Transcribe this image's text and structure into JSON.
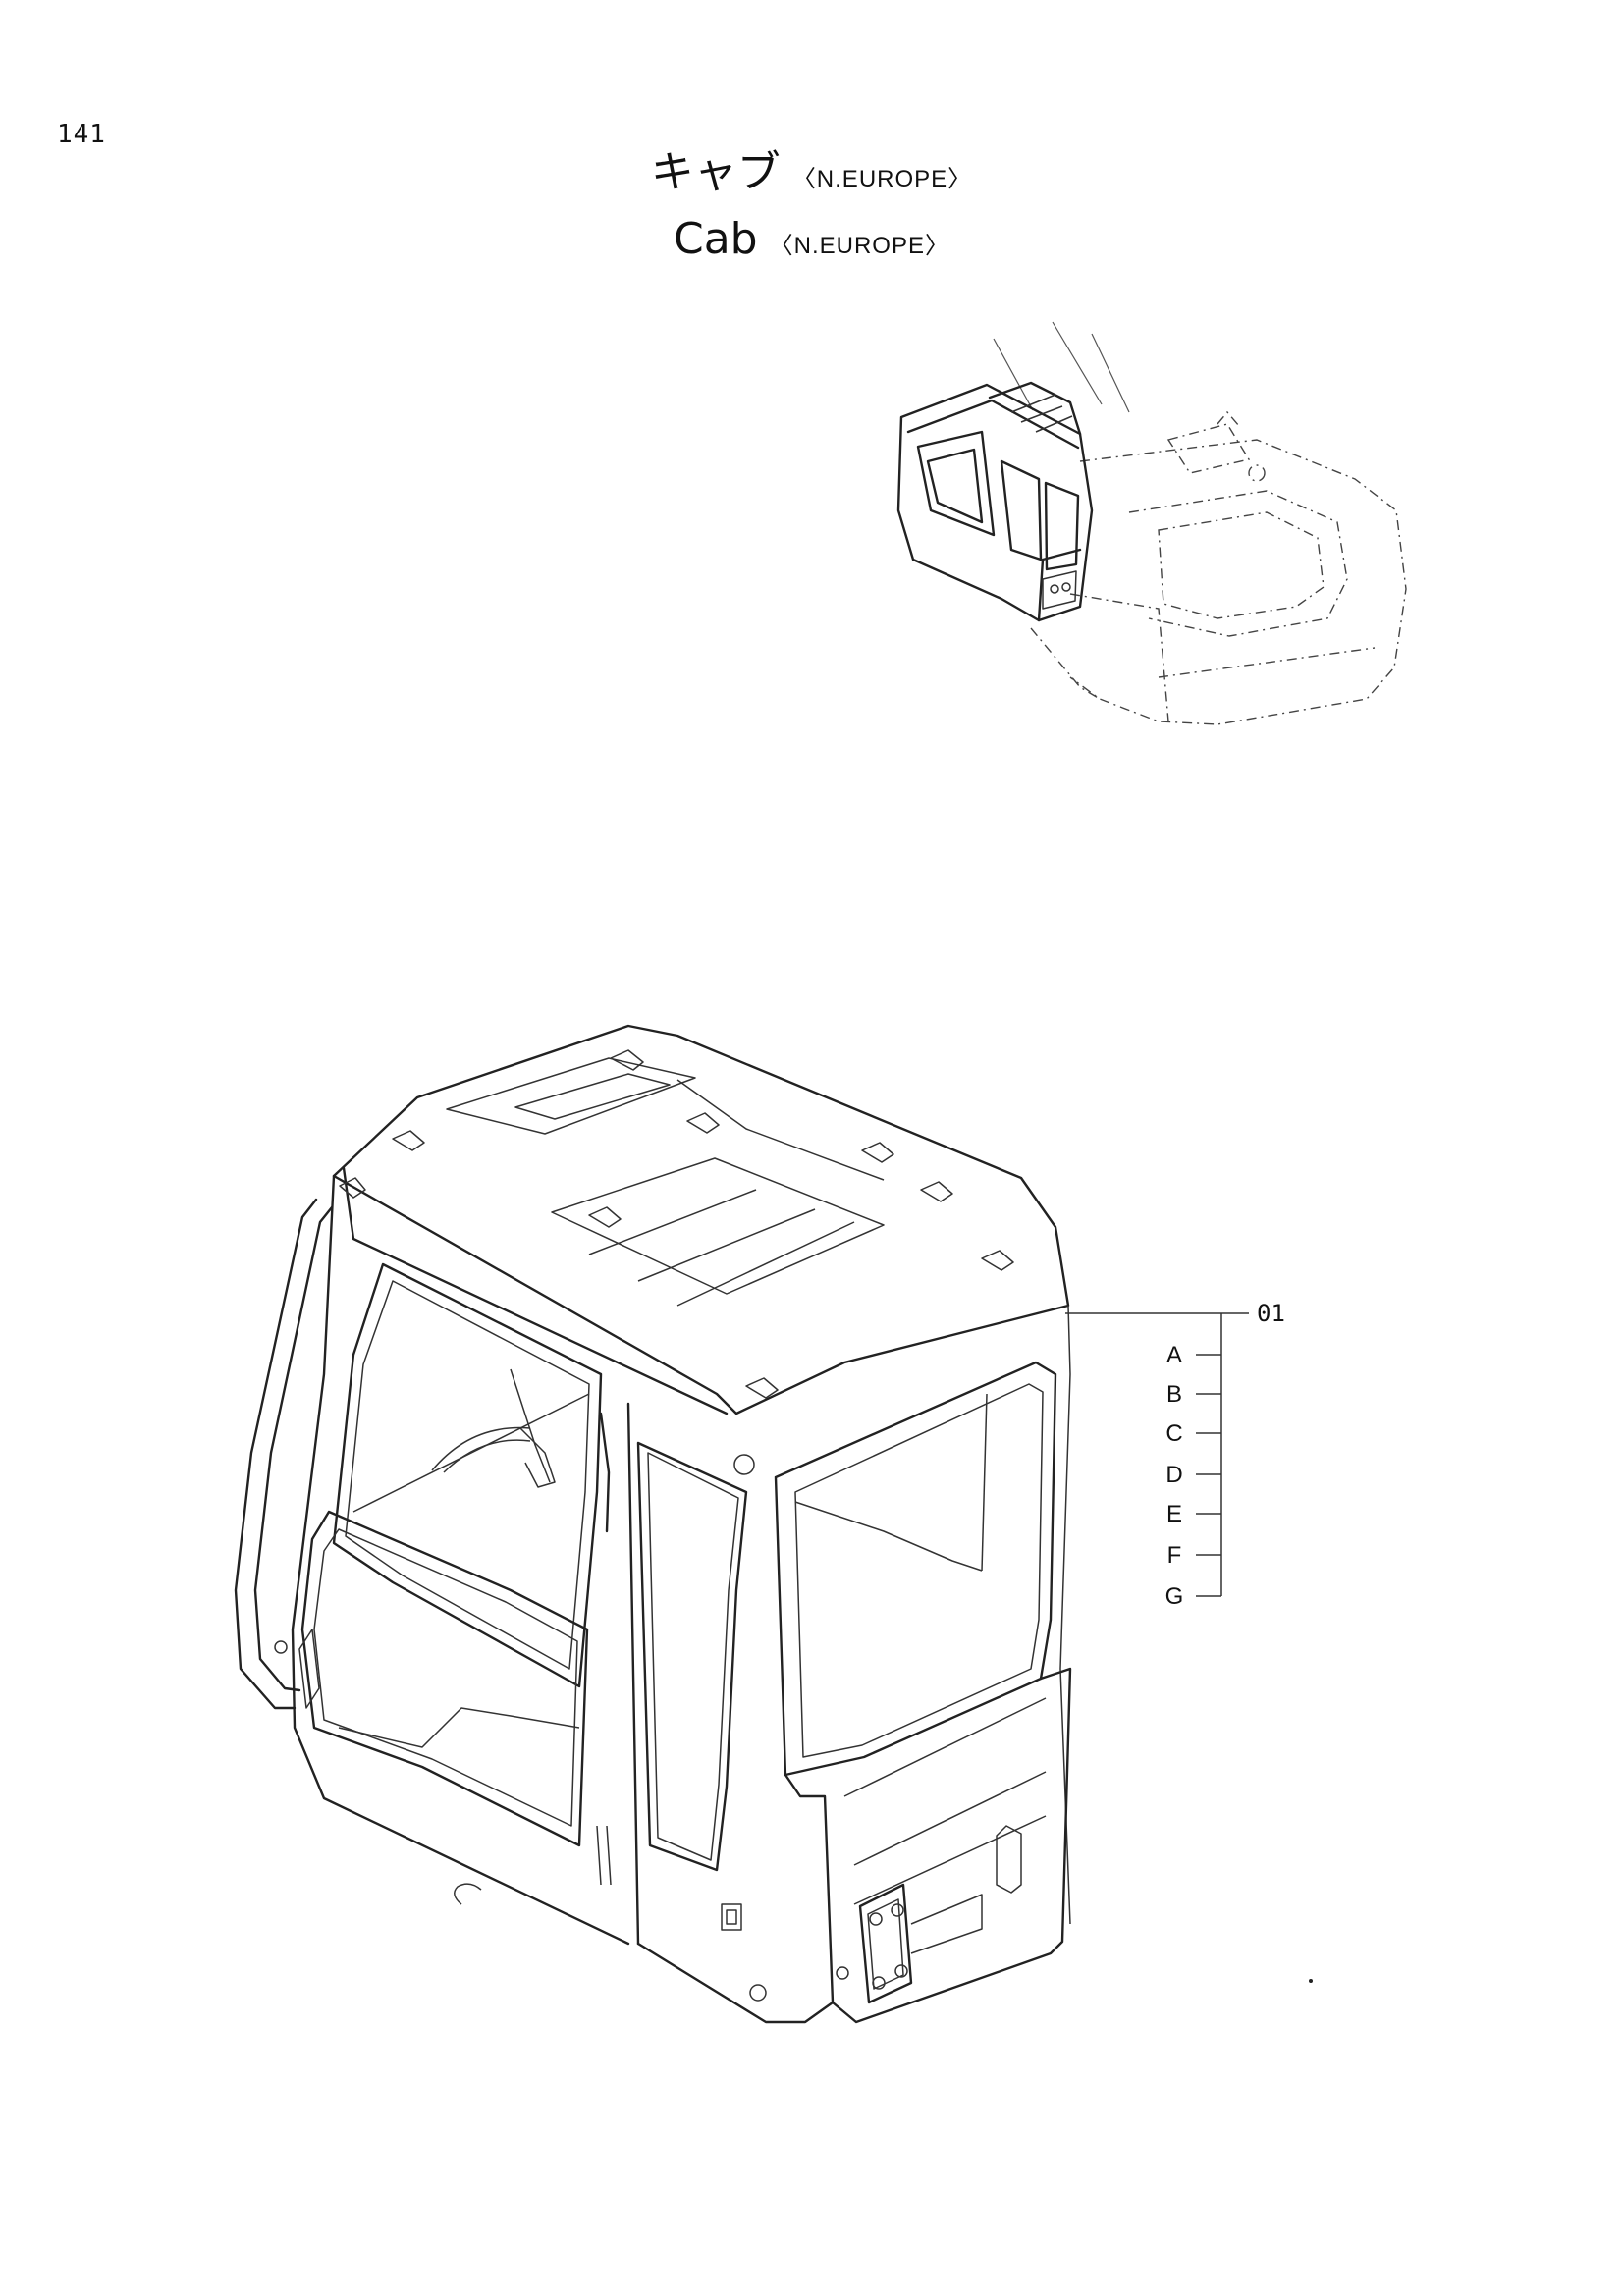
{
  "page": {
    "number": "141"
  },
  "title": {
    "jp": "キャブ",
    "en": "Cab",
    "region": "〈N.EUROPE〉"
  },
  "callouts": {
    "part_number": "01",
    "variants": [
      "A",
      "B",
      "C",
      "D",
      "E",
      "F",
      "G"
    ]
  }
}
